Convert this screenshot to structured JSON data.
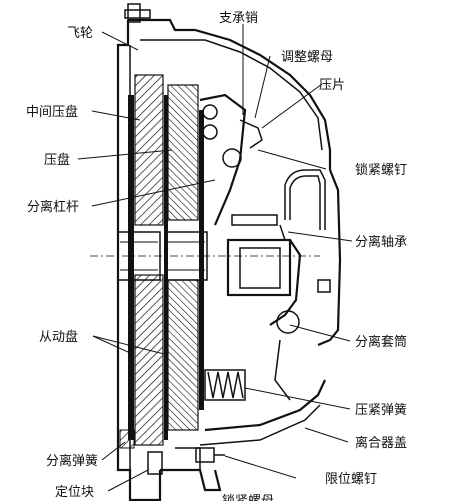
{
  "labels": {
    "flywheel": "飞轮",
    "support_pin": "支承销",
    "adjust_nut": "调整螺母",
    "pressure_piece": "压片",
    "middle_plate": "中间压盘",
    "pressure_plate": "压盘",
    "lock_screw": "锁紧螺钉",
    "release_lever": "分离杠杆",
    "release_bearing": "分离轴承",
    "driven_plate": "从动盘",
    "release_sleeve": "分离套筒",
    "clamp_spring": "压紧弹簧",
    "clutch_cover": "离合器盖",
    "release_spring": "分离弹簧",
    "limit_screw": "限位螺钉",
    "locating_block": "定位块",
    "lock_nut": "锁紧螺母"
  }
}
